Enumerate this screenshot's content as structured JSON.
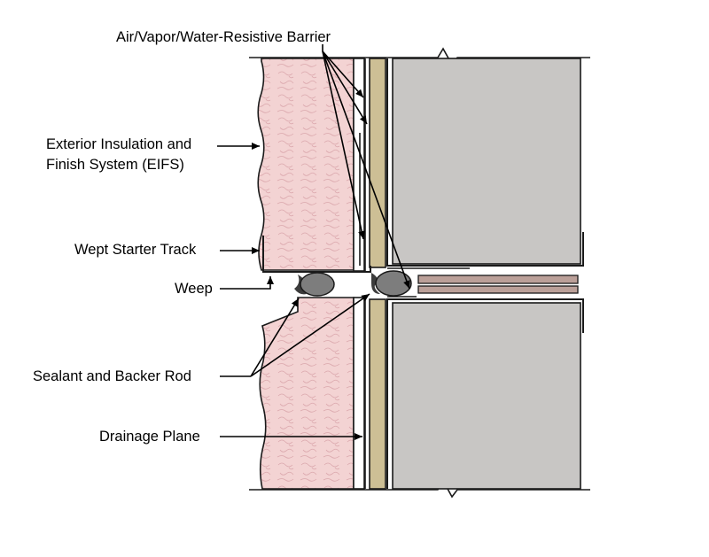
{
  "diagram": {
    "labels": {
      "air_vapor_barrier": "Air/Vapor/Water-Resistive Barrier",
      "eifs_line1": "Exterior Insulation and",
      "eifs_line2": "Finish System (EIFS)",
      "wept_starter_track": "Wept Starter Track",
      "weep": "Weep",
      "sealant_backer_rod": "Sealant and Backer Rod",
      "drainage_plane": "Drainage Plane"
    },
    "colors": {
      "insulation": "#f3d3d3",
      "insulation_pattern": "#d9a9ad",
      "sheathing": "#cdbf95",
      "framing": "#c8c6c4",
      "backer_rod": "#7d7d7d",
      "flashing": "#bba099",
      "line": "#1a1a1a"
    }
  }
}
